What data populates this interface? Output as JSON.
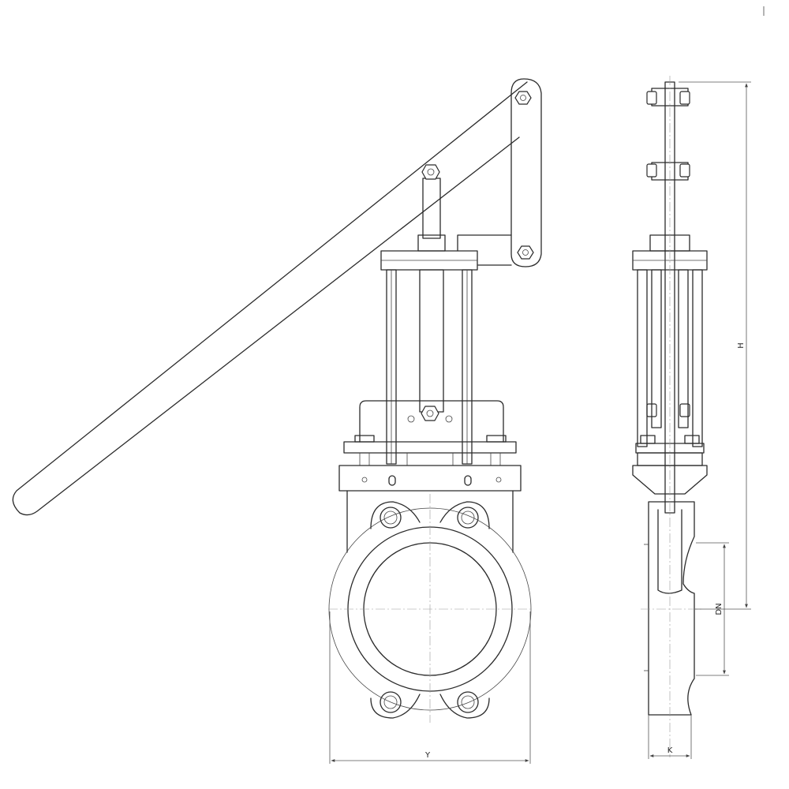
{
  "dimensions": {
    "height_label": "H",
    "bore_label": "DN",
    "width_label": "Y",
    "thickness_label": "K"
  }
}
